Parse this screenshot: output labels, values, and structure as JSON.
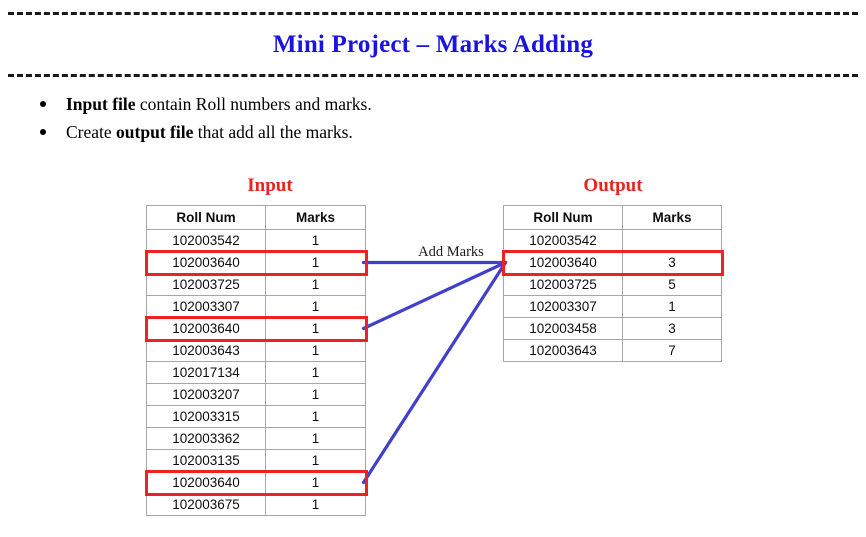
{
  "page": {
    "title": "Mini Project – Marks Adding",
    "title_color": "#1a14e0",
    "accent_red": "#e8251f",
    "highlight_red": "#ee2222",
    "connector_blue": "#4040c8",
    "rule_style": "dashed"
  },
  "bullets": [
    {
      "bold_prefix": "Input file",
      "rest": " contain Roll numbers and marks.",
      "lead": ""
    },
    {
      "bold_prefix": "output file",
      "rest": " that add all the marks.",
      "lead": "Create "
    }
  ],
  "input_panel": {
    "caption": "Input",
    "columns": [
      "Roll Num",
      "Marks"
    ],
    "rows": [
      {
        "roll": "102003542",
        "marks": "1",
        "highlighted": false
      },
      {
        "roll": "102003640",
        "marks": "1",
        "highlighted": true
      },
      {
        "roll": "102003725",
        "marks": "1",
        "highlighted": false
      },
      {
        "roll": "102003307",
        "marks": "1",
        "highlighted": false
      },
      {
        "roll": "102003640",
        "marks": "1",
        "highlighted": true
      },
      {
        "roll": "102003643",
        "marks": "1",
        "highlighted": false
      },
      {
        "roll": "102017134",
        "marks": "1",
        "highlighted": false
      },
      {
        "roll": "102003207",
        "marks": "1",
        "highlighted": false
      },
      {
        "roll": "102003315",
        "marks": "1",
        "highlighted": false
      },
      {
        "roll": "102003362",
        "marks": "1",
        "highlighted": false
      },
      {
        "roll": "102003135",
        "marks": "1",
        "highlighted": false
      },
      {
        "roll": "102003640",
        "marks": "1",
        "highlighted": true
      },
      {
        "roll": "102003675",
        "marks": "1",
        "highlighted": false
      }
    ]
  },
  "output_panel": {
    "caption": "Output",
    "columns": [
      "Roll Num",
      "Marks"
    ],
    "rows": [
      {
        "roll": "102003542",
        "marks": "",
        "highlighted": false
      },
      {
        "roll": "102003640",
        "marks": "3",
        "highlighted": true
      },
      {
        "roll": "102003725",
        "marks": "5",
        "highlighted": false
      },
      {
        "roll": "102003307",
        "marks": "1",
        "highlighted": false
      },
      {
        "roll": "102003458",
        "marks": "3",
        "highlighted": false
      },
      {
        "roll": "102003643",
        "marks": "7",
        "highlighted": false
      }
    ]
  },
  "connector": {
    "label": "Add Marks",
    "note": "three blue lines from the three highlighted input rows to the highlighted output row"
  }
}
